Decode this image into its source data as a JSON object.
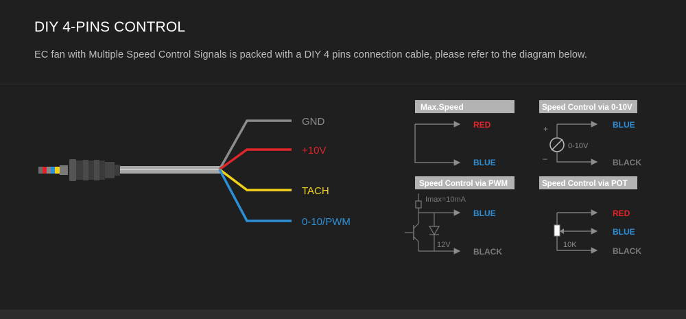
{
  "header": {
    "title": "DIY 4-PINS CONTROL",
    "subtitle": "EC fan with Multiple Speed Control Signals is packed with a DIY 4 pins connection cable, please refer to the diagram below."
  },
  "cable": {
    "wires": [
      {
        "label": "GND",
        "color": "#8c8c8c"
      },
      {
        "label": "+10V",
        "color": "#e0262b"
      },
      {
        "label": "TACH",
        "color": "#f1d21b"
      },
      {
        "label": "0-10/PWM",
        "color": "#2d8fd6"
      }
    ]
  },
  "panels": {
    "max_speed": {
      "header": "Max.Speed",
      "red": "RED",
      "blue": "BLUE"
    },
    "speed_0_10v": {
      "header": "Speed Control via 0-10V",
      "plus": "+",
      "minus": "–",
      "value": "0-10V",
      "blue": "BLUE",
      "black": "BLACK"
    },
    "pwm": {
      "header": "Speed Control via PWM",
      "imax": "Imax=10mA",
      "volt": "12V",
      "blue": "BLUE",
      "black": "BLACK"
    },
    "pot": {
      "header": "Speed Control via POT",
      "res": "10K",
      "red": "RED",
      "blue": "BLUE",
      "black": "BLACK"
    }
  },
  "colors": {
    "background": "#1f1f1f",
    "panel_header_bg": "#b3b3b3",
    "red": "#e0262b",
    "blue": "#2d8fd6",
    "gray": "#8c8c8c",
    "yellow": "#f1d21b"
  }
}
